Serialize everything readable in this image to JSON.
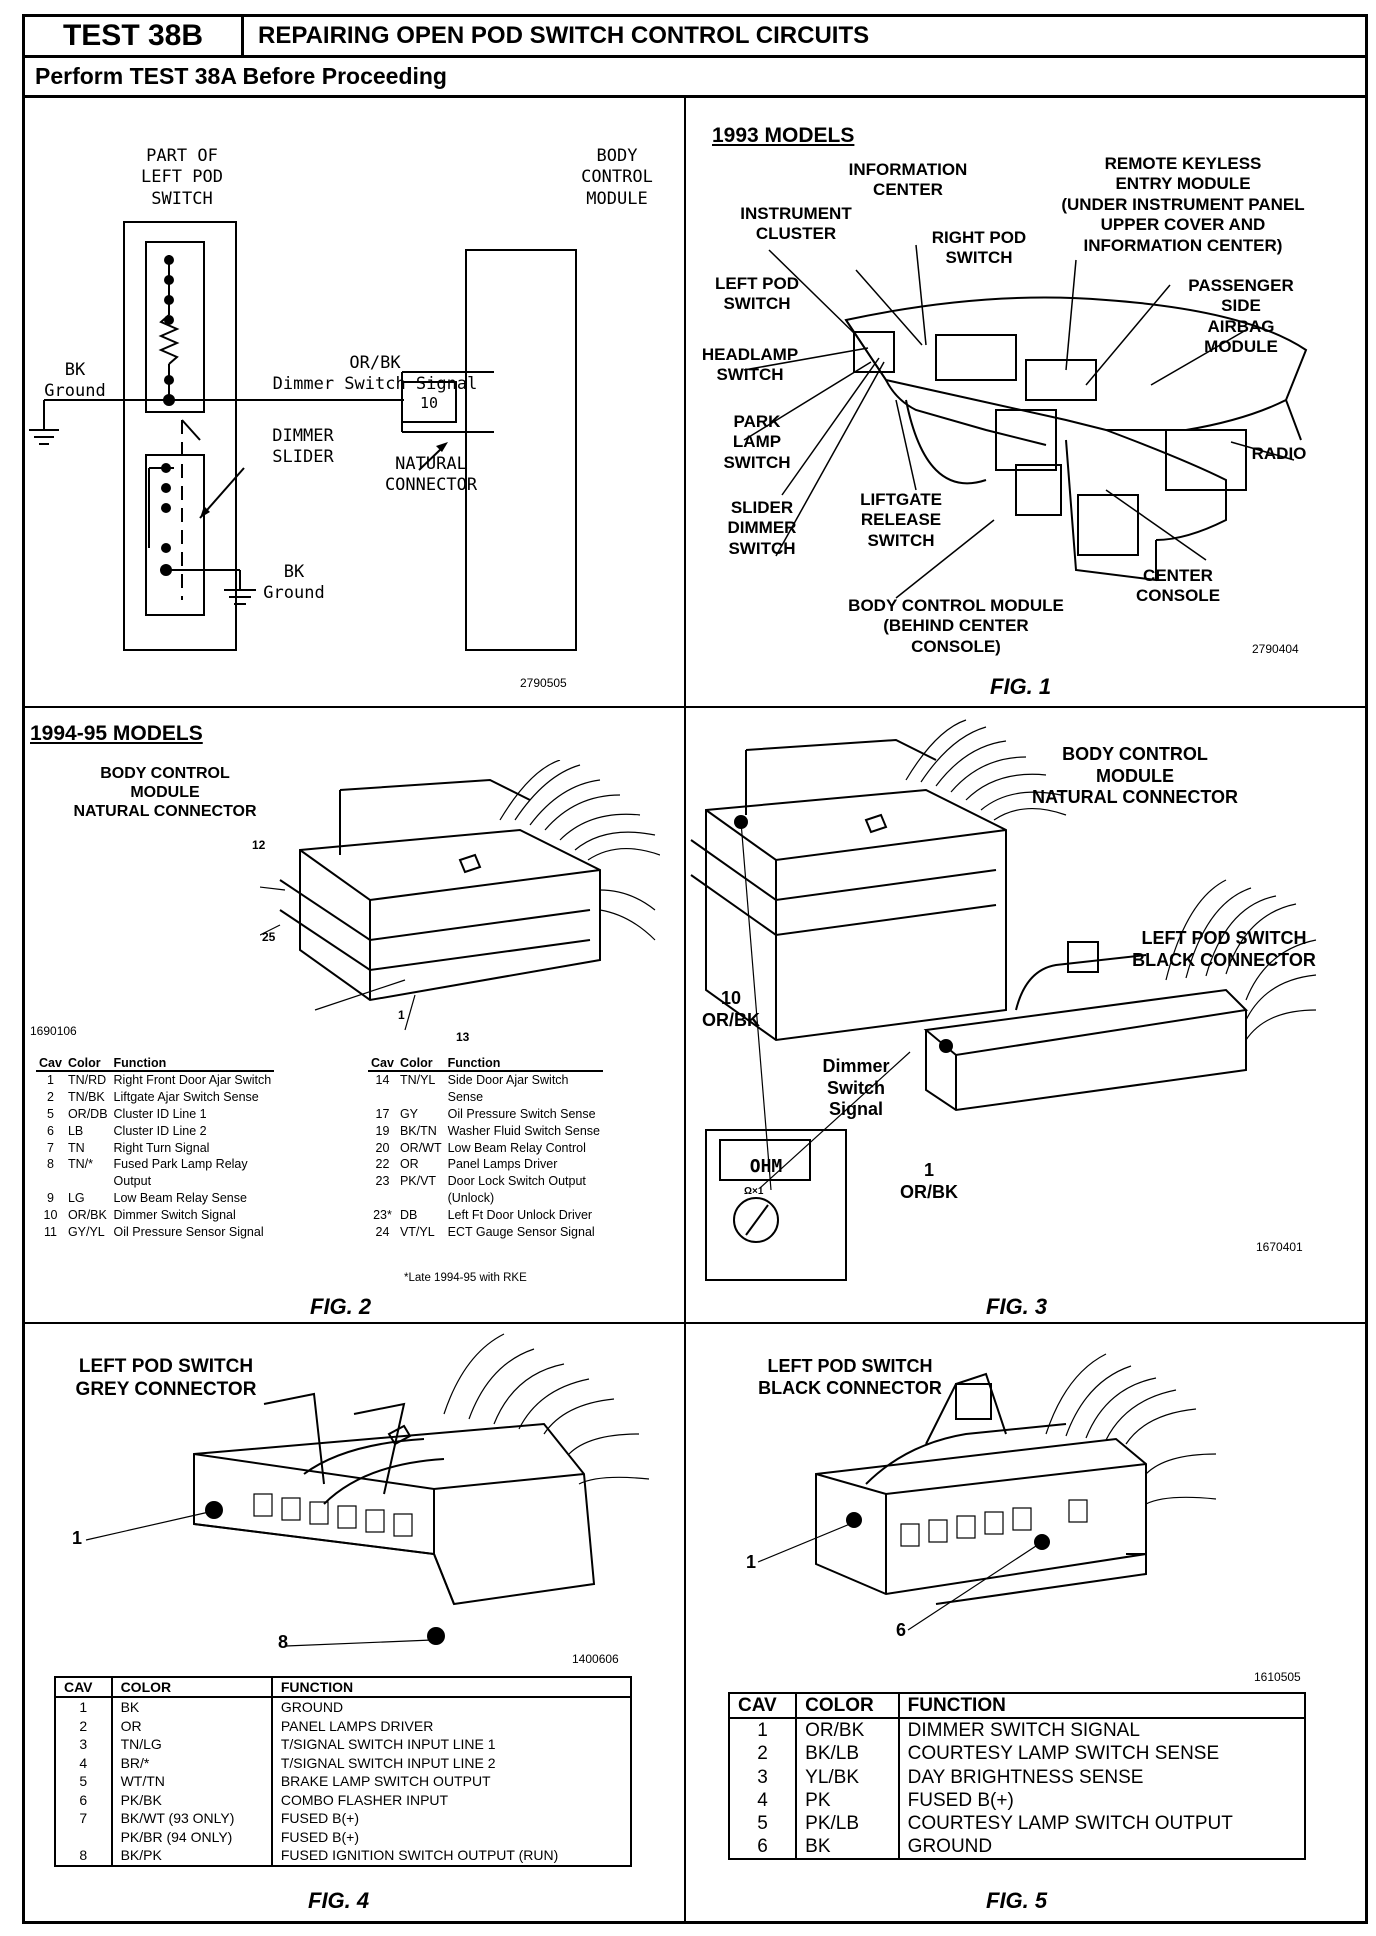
{
  "header": {
    "test_id": "TEST 38B",
    "title": "REPAIRING OPEN POD SWITCH CONTROL CIRCUITS",
    "subtitle": "Perform TEST 38A Before Proceeding"
  },
  "schematic": {
    "switch_title": "PART OF\nLEFT POD\nSWITCH",
    "bcm_title": "BODY\nCONTROL\nMODULE",
    "ground_left": "BK\nGround",
    "wire_label": "OR/BK\nDimmer Switch Signal",
    "pin": "10",
    "dimmer_slider": "DIMMER\nSLIDER",
    "natural_connector": "NATURAL\nCONNECTOR",
    "ground_bottom": "BK\nGround",
    "code": "2790505"
  },
  "fig1": {
    "heading": "1993 MODELS",
    "labels": {
      "information_center": "INFORMATION\nCENTER",
      "remote_keyless": "REMOTE KEYLESS\nENTRY MODULE\n(UNDER INSTRUMENT PANEL\nUPPER COVER AND\nINFORMATION CENTER)",
      "instrument_cluster": "INSTRUMENT\nCLUSTER",
      "right_pod": "RIGHT POD\nSWITCH",
      "left_pod": "LEFT POD\nSWITCH",
      "passenger_airbag": "PASSENGER\nSIDE\nAIRBAG\nMODULE",
      "headlamp": "HEADLAMP\nSWITCH",
      "park_lamp": "PARK\nLAMP\nSWITCH",
      "radio": "RADIO",
      "liftgate": "LIFTGATE\nRELEASE\nSWITCH",
      "slider_dimmer": "SLIDER\nDIMMER\nSWITCH",
      "center_console": "CENTER\nCONSOLE",
      "bcm": "BODY CONTROL MODULE\n(BEHIND CENTER\nCONSOLE)"
    },
    "code": "2790404",
    "caption": "FIG. 1"
  },
  "fig2": {
    "heading": "1994-95 MODELS",
    "connector_title": "BODY CONTROL\nMODULE\nNATURAL CONNECTOR",
    "pin_labels": [
      "12",
      "25",
      "1",
      "13"
    ],
    "code": "1690106",
    "columns": [
      "Cav",
      "Color",
      "Function"
    ],
    "left_rows": [
      [
        "1",
        "TN/RD",
        "Right Front Door Ajar Switch"
      ],
      [
        "2",
        "TN/BK",
        "Liftgate Ajar Switch Sense"
      ],
      [
        "5",
        "OR/DB",
        "Cluster ID Line 1"
      ],
      [
        "6",
        "LB",
        "Cluster ID Line 2"
      ],
      [
        "7",
        "TN",
        "Right Turn Signal"
      ],
      [
        "8",
        "TN/*",
        "Fused Park Lamp Relay\nOutput"
      ],
      [
        "9",
        "LG",
        "Low Beam Relay Sense"
      ],
      [
        "10",
        "OR/BK",
        "Dimmer Switch Signal"
      ],
      [
        "11",
        "GY/YL",
        "Oil Pressure Sensor Signal"
      ]
    ],
    "right_rows": [
      [
        "14",
        "TN/YL",
        "Side Door Ajar Switch\nSense"
      ],
      [
        "17",
        "GY",
        "Oil Pressure Switch Sense"
      ],
      [
        "19",
        "BK/TN",
        "Washer Fluid Switch Sense"
      ],
      [
        "20",
        "OR/WT",
        "Low Beam Relay Control"
      ],
      [
        "22",
        "OR",
        "Panel Lamps Driver"
      ],
      [
        "23",
        "PK/VT",
        "Door Lock Switch Output\n(Unlock)"
      ],
      [
        "23*",
        "DB",
        "Left Ft Door Unlock Driver"
      ],
      [
        "24",
        "VT/YL",
        "ECT Gauge Sensor Signal"
      ]
    ],
    "footnote": "*Late 1994-95 with RKE",
    "caption": "FIG. 2"
  },
  "fig3": {
    "connector_title": "BODY CONTROL\nMODULE\nNATURAL CONNECTOR",
    "pod_title": "LEFT POD SWITCH\nBLACK CONNECTOR",
    "pin10": "10\nOR/BK",
    "signal": "Dimmer\nSwitch\nSignal",
    "pin1": "1\nOR/BK",
    "meter": "OHM",
    "meter_scale": "Ω×1",
    "code": "1670401",
    "caption": "FIG. 3"
  },
  "fig4": {
    "title": "LEFT POD SWITCH\nGREY CONNECTOR",
    "pin1": "1",
    "pin8": "8",
    "code": "1400606",
    "columns": [
      "CAV",
      "COLOR",
      "FUNCTION"
    ],
    "rows": [
      [
        "1",
        "BK",
        "GROUND"
      ],
      [
        "2",
        "OR",
        "PANEL LAMPS DRIVER"
      ],
      [
        "3",
        "TN/LG",
        "T/SIGNAL SWITCH INPUT LINE 1"
      ],
      [
        "4",
        "BR/*",
        "T/SIGNAL SWITCH INPUT LINE 2"
      ],
      [
        "5",
        "WT/TN",
        "BRAKE LAMP SWITCH OUTPUT"
      ],
      [
        "6",
        "PK/BK",
        "COMBO FLASHER INPUT"
      ],
      [
        "7",
        "BK/WT (93 ONLY)\nPK/BR (94 ONLY)",
        "FUSED B(+)\nFUSED B(+)"
      ],
      [
        "8",
        "BK/PK",
        "FUSED IGNITION SWITCH OUTPUT (RUN)"
      ]
    ],
    "caption": "FIG. 4"
  },
  "fig5": {
    "title": "LEFT POD SWITCH\nBLACK CONNECTOR",
    "pin1": "1",
    "pin6": "6",
    "code": "1610505",
    "columns": [
      "CAV",
      "COLOR",
      "FUNCTION"
    ],
    "rows": [
      [
        "1",
        "OR/BK",
        "DIMMER SWITCH SIGNAL"
      ],
      [
        "2",
        "BK/LB",
        "COURTESY LAMP SWITCH SENSE"
      ],
      [
        "3",
        "YL/BK",
        "DAY BRIGHTNESS SENSE"
      ],
      [
        "4",
        "PK",
        "FUSED B(+)"
      ],
      [
        "5",
        "PK/LB",
        "COURTESY LAMP SWITCH OUTPUT"
      ],
      [
        "6",
        "BK",
        "GROUND"
      ]
    ],
    "caption": "FIG. 5"
  }
}
